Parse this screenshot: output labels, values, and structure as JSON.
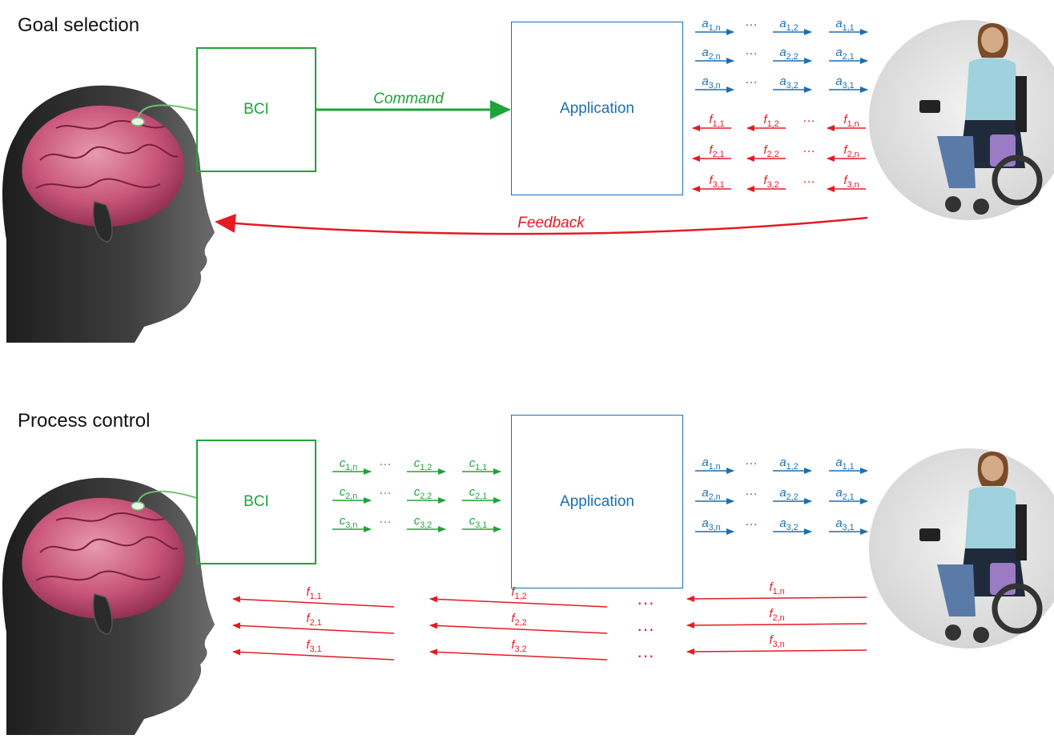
{
  "panels": {
    "goal": {
      "title": "Goal selection",
      "bci_label": "BCI",
      "app_label": "Application",
      "command_label": "Command",
      "feedback_label": "Feedback"
    },
    "process": {
      "title": "Process control",
      "bci_label": "BCI",
      "app_label": "Application"
    }
  },
  "ellipsis": "…",
  "big_ellipsis": "···",
  "colors": {
    "bci": "#1fa33a",
    "application": "#1a6fb4",
    "feedback": "#e31b23"
  },
  "icons": [
    "human-head-brain-icon",
    "electrode-icon",
    "wheelchair-user-photo"
  ],
  "goal_actions": [
    [
      {
        "sym": "a",
        "sub": "1,n"
      },
      {
        "sym": "a",
        "sub": "1,2"
      },
      {
        "sym": "a",
        "sub": "1,1"
      }
    ],
    [
      {
        "sym": "a",
        "sub": "2,n"
      },
      {
        "sym": "a",
        "sub": "2,2"
      },
      {
        "sym": "a",
        "sub": "2,1"
      }
    ],
    [
      {
        "sym": "a",
        "sub": "3,n"
      },
      {
        "sym": "a",
        "sub": "3,2"
      },
      {
        "sym": "a",
        "sub": "3,1"
      }
    ]
  ],
  "goal_feedback": [
    [
      {
        "sym": "f",
        "sub": "1,1"
      },
      {
        "sym": "f",
        "sub": "1,2"
      },
      {
        "sym": "f",
        "sub": "1,n"
      }
    ],
    [
      {
        "sym": "f",
        "sub": "2,1"
      },
      {
        "sym": "f",
        "sub": "2,2"
      },
      {
        "sym": "f",
        "sub": "2,n"
      }
    ],
    [
      {
        "sym": "f",
        "sub": "3,1"
      },
      {
        "sym": "f",
        "sub": "3,2"
      },
      {
        "sym": "f",
        "sub": "3,n"
      }
    ]
  ],
  "process_commands": [
    [
      {
        "sym": "c",
        "sub": "1,n"
      },
      {
        "sym": "c",
        "sub": "1,2"
      },
      {
        "sym": "c",
        "sub": "1,1"
      }
    ],
    [
      {
        "sym": "c",
        "sub": "2,n"
      },
      {
        "sym": "c",
        "sub": "2,2"
      },
      {
        "sym": "c",
        "sub": "2,1"
      }
    ],
    [
      {
        "sym": "c",
        "sub": "3,n"
      },
      {
        "sym": "c",
        "sub": "3,2"
      },
      {
        "sym": "c",
        "sub": "3,1"
      }
    ]
  ],
  "process_actions": [
    [
      {
        "sym": "a",
        "sub": "1,n"
      },
      {
        "sym": "a",
        "sub": "1,2"
      },
      {
        "sym": "a",
        "sub": "1,1"
      }
    ],
    [
      {
        "sym": "a",
        "sub": "2,n"
      },
      {
        "sym": "a",
        "sub": "2,2"
      },
      {
        "sym": "a",
        "sub": "2,1"
      }
    ],
    [
      {
        "sym": "a",
        "sub": "3,n"
      },
      {
        "sym": "a",
        "sub": "3,2"
      },
      {
        "sym": "a",
        "sub": "3,1"
      }
    ]
  ],
  "process_feedback": [
    [
      {
        "sym": "f",
        "sub": "1,1"
      },
      {
        "sym": "f",
        "sub": "1,2"
      },
      {
        "sym": "f",
        "sub": "1,n"
      }
    ],
    [
      {
        "sym": "f",
        "sub": "2,1"
      },
      {
        "sym": "f",
        "sub": "2,2"
      },
      {
        "sym": "f",
        "sub": "2,n"
      }
    ],
    [
      {
        "sym": "f",
        "sub": "3,1"
      },
      {
        "sym": "f",
        "sub": "3,2"
      },
      {
        "sym": "f",
        "sub": "3,n"
      }
    ]
  ]
}
